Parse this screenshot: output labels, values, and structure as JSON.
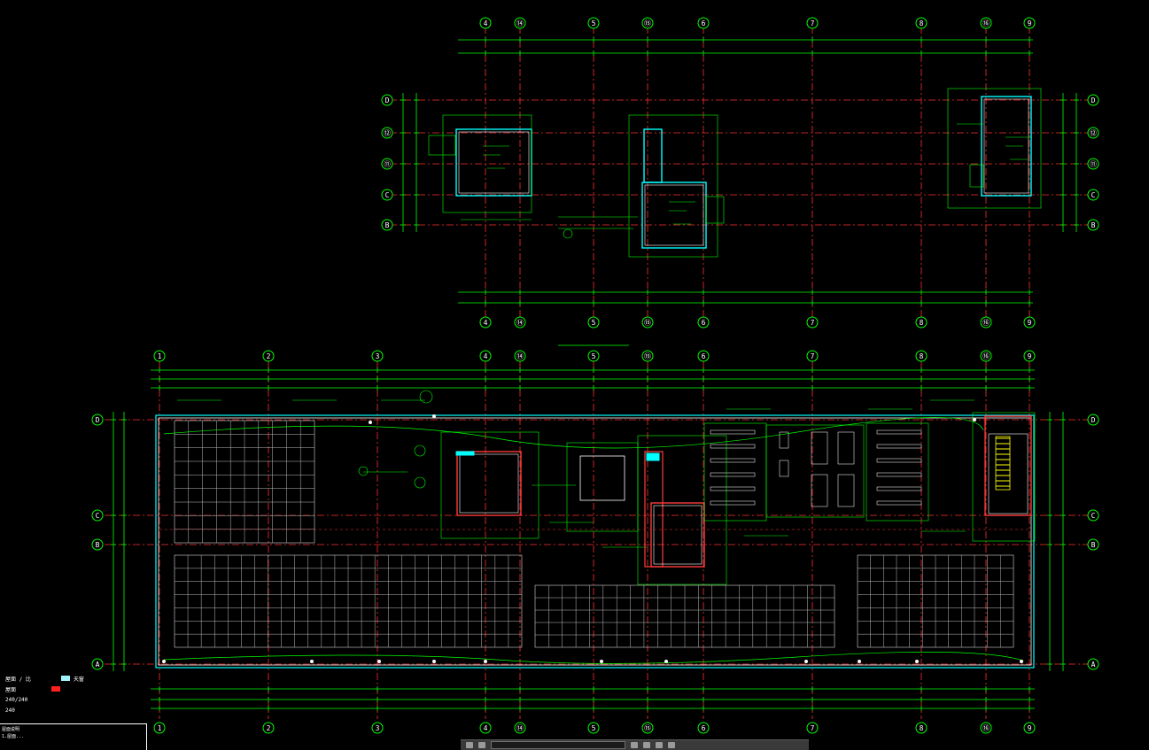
{
  "cad": {
    "colors": {
      "background": "#000000",
      "axis": "#ff3030",
      "dimension": "#00ff00",
      "wall": "#ffffff",
      "bubble": "#00ff00",
      "room": "#00ffff",
      "stair": "#ffff00",
      "fire_line": "#ff3030"
    },
    "top_plan": {
      "col_labels": [
        "4",
        "⑭",
        "5",
        "⑮",
        "6",
        "7",
        "8",
        "⑯",
        "9"
      ],
      "row_labels": [
        "D",
        "⑫",
        "⑪",
        "C",
        "B"
      ]
    },
    "main_plan": {
      "col_labels": [
        "1",
        "2",
        "3",
        "4",
        "⑭",
        "5",
        "⑮",
        "6",
        "7",
        "8",
        "⑯",
        "9"
      ],
      "row_labels": [
        "D",
        "C",
        "B",
        "A"
      ]
    }
  },
  "legend": {
    "rows": [
      "屋面 / 比",
      "天窗",
      "屋面",
      "240/240",
      "240"
    ],
    "swatch_colors": [
      "#9ff5ff",
      "#ff2020"
    ]
  },
  "notes": {
    "lines": [
      "屋面说明",
      "1.屋面..."
    ]
  }
}
